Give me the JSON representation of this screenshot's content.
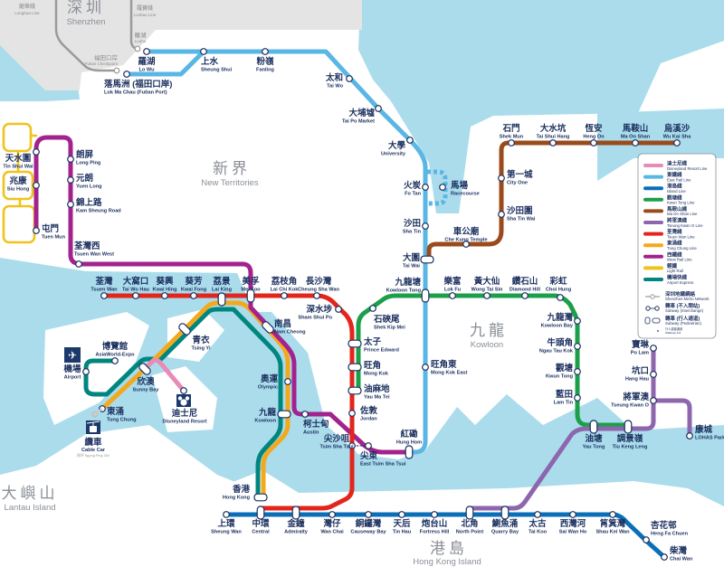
{
  "colors": {
    "water": "#aadcec",
    "land": "#ffffff",
    "shenzhen": "#e4e4e4",
    "disneyland": "#e98bb8",
    "east_rail": "#5ab6e4",
    "island": "#0b6fb8",
    "kwun_tong": "#1c9f4a",
    "ma_on_shan": "#9a4b1c",
    "tko": "#8d66ae",
    "tsuen_wan": "#e2261c",
    "tung_chung": "#f4a81b",
    "west_rail": "#a2238e",
    "light_rail": "#f0c31c",
    "airport_express": "#00867e"
  },
  "regions": {
    "shenzhen": {
      "zh": "深圳",
      "en": "Shenzhen"
    },
    "new_territories": {
      "zh": "新界",
      "en": "New Territories"
    },
    "kowloon": {
      "zh": "九龍",
      "en": "Kowloon"
    },
    "hong_kong_island": {
      "zh": "港島",
      "en": "Hong Kong Island"
    },
    "lantau": {
      "zh": "大嶼山",
      "en": "Lantau Island"
    }
  },
  "shenzhen_labels": {
    "longhua": {
      "zh": "龍華綫",
      "en": "Longhua Line"
    },
    "luobao": {
      "zh": "羅寶綫",
      "en": "Luobao Line"
    },
    "luohu": {
      "zh": "羅湖",
      "en": "Luohu"
    },
    "futian": {
      "zh": "福田口岸",
      "en": "Futian Checkpoint"
    }
  },
  "stations": {
    "lo_wu": {
      "zh": "羅湖",
      "en": "Lo Wu"
    },
    "sheung_shui": {
      "zh": "上水",
      "en": "Sheung Shui"
    },
    "fanling": {
      "zh": "粉嶺",
      "en": "Fanling"
    },
    "lok_ma_chau": {
      "zh": "落馬洲 (福田口岸)",
      "en": "Lok Ma Chau (Futian Port)"
    },
    "tai_wo": {
      "zh": "太和",
      "en": "Tai Wo"
    },
    "tai_po_market": {
      "zh": "大埔墟",
      "en": "Tai Po Market"
    },
    "university": {
      "zh": "大學",
      "en": "University"
    },
    "fo_tan": {
      "zh": "火炭",
      "en": "Fo Tan"
    },
    "racecourse": {
      "zh": "馬場",
      "en": "Racecourse"
    },
    "sha_tin": {
      "zh": "沙田",
      "en": "Sha Tin"
    },
    "tai_wai": {
      "zh": "大圍",
      "en": "Tai Wai"
    },
    "kowloon_tong": {
      "zh": "九龍塘",
      "en": "Kowloon Tong"
    },
    "mong_kok_east": {
      "zh": "旺角東",
      "en": "Mong Kok East"
    },
    "hung_hom": {
      "zh": "紅磡",
      "en": "Hung Hom"
    },
    "che_kung_temple": {
      "zh": "車公廟",
      "en": "Che Kung Temple"
    },
    "sha_tin_wai": {
      "zh": "沙田圍",
      "en": "Sha Tin Wai"
    },
    "city_one": {
      "zh": "第一城",
      "en": "City One"
    },
    "shek_mun": {
      "zh": "石門",
      "en": "Shek Mun"
    },
    "tai_shui_hang": {
      "zh": "大水坑",
      "en": "Tai Shui Hang"
    },
    "heng_on": {
      "zh": "恆安",
      "en": "Heng On"
    },
    "ma_on_shan": {
      "zh": "馬鞍山",
      "en": "Ma On Shan"
    },
    "wu_kai_sha": {
      "zh": "烏溪沙",
      "en": "Wu Kai Sha"
    },
    "tin_shui_wai": {
      "zh": "天水圍",
      "en": "Tin Shui Wai"
    },
    "siu_hong": {
      "zh": "兆康",
      "en": "Siu Hong"
    },
    "tuen_mun": {
      "zh": "屯門",
      "en": "Tuen Mun"
    },
    "long_ping": {
      "zh": "朗屏",
      "en": "Long Ping"
    },
    "yuen_long": {
      "zh": "元朗",
      "en": "Yuen Long"
    },
    "kam_sheung_road": {
      "zh": "錦上路",
      "en": "Kam Sheung Road"
    },
    "tsuen_wan_west": {
      "zh": "荃灣西",
      "en": "Tsuen Wan West"
    },
    "tsuen_wan": {
      "zh": "荃灣",
      "en": "Tsuen Wan"
    },
    "tai_wo_hau": {
      "zh": "大窩口",
      "en": "Tai Wo Hau"
    },
    "kwai_hing": {
      "zh": "葵興",
      "en": "Kwai Hing"
    },
    "kwai_fong": {
      "zh": "葵芳",
      "en": "Kwai Fong"
    },
    "lai_king": {
      "zh": "荔景",
      "en": "Lai King"
    },
    "mei_foo": {
      "zh": "美孚",
      "en": "Mei Foo"
    },
    "lai_chi_kok": {
      "zh": "荔枝角",
      "en": "Lai Chi Kok"
    },
    "cheung_sha_wan": {
      "zh": "長沙灣",
      "en": "Cheung Sha Wan"
    },
    "sham_shui_po": {
      "zh": "深水埗",
      "en": "Sham Shui Po"
    },
    "nam_cheong": {
      "zh": "南昌",
      "en": "Nam Cheong"
    },
    "shek_kip_mei": {
      "zh": "石硤尾",
      "en": "Shek Kip Mei"
    },
    "prince_edward": {
      "zh": "太子",
      "en": "Prince Edward"
    },
    "mong_kok": {
      "zh": "旺角",
      "en": "Mong Kok"
    },
    "yau_ma_tei": {
      "zh": "油麻地",
      "en": "Yau Ma Tei"
    },
    "jordan": {
      "zh": "佐敦",
      "en": "Jordan"
    },
    "austin": {
      "zh": "柯士甸",
      "en": "Austin"
    },
    "tsim_sha_tsui": {
      "zh": "尖沙咀",
      "en": "Tsim Sha Tsui"
    },
    "east_tsim_sha_tsui": {
      "zh": "尖東",
      "en": "East Tsim Sha Tsui"
    },
    "olympic": {
      "zh": "奧運",
      "en": "Olympic"
    },
    "kowloon": {
      "zh": "九龍",
      "en": "Kowloon"
    },
    "tsing_yi": {
      "zh": "青衣",
      "en": "Tsing Yi"
    },
    "sunny_bay": {
      "zh": "欣澳",
      "en": "Sunny Bay"
    },
    "asiaworld_expo": {
      "zh": "博覽館",
      "en": "AsiaWorld-Expo"
    },
    "airport": {
      "zh": "機場",
      "en": "Airport"
    },
    "tung_chung": {
      "zh": "東涌",
      "en": "Tung Chung"
    },
    "disneyland": {
      "zh": "迪士尼",
      "en": "Disneyland Resort"
    },
    "cable_car": {
      "zh": "纜車",
      "en": "Cable Car",
      "note": "昂坪 Ngong Ping 360"
    },
    "lok_fu": {
      "zh": "樂富",
      "en": "Lok Fu"
    },
    "wong_tai_sin": {
      "zh": "黃大仙",
      "en": "Wong Tai Sin"
    },
    "diamond_hill": {
      "zh": "鑽石山",
      "en": "Diamond Hill"
    },
    "choi_hung": {
      "zh": "彩虹",
      "en": "Choi Hung"
    },
    "kowloon_bay": {
      "zh": "九龍灣",
      "en": "Kowloon Bay"
    },
    "ngau_tau_kok": {
      "zh": "牛頭角",
      "en": "Ngau Tau Kok"
    },
    "kwun_tong": {
      "zh": "觀塘",
      "en": "Kwun Tong"
    },
    "lam_tin": {
      "zh": "藍田",
      "en": "Lam Tin"
    },
    "yau_tong": {
      "zh": "油塘",
      "en": "Yau Tong"
    },
    "tiu_keng_leng": {
      "zh": "調景嶺",
      "en": "Tiu Keng Leng"
    },
    "po_lam": {
      "zh": "寶琳",
      "en": "Po Lam"
    },
    "hang_hau": {
      "zh": "坑口",
      "en": "Hang Hau"
    },
    "tseung_kwan_o": {
      "zh": "將軍澳",
      "en": "Tseung Kwan O"
    },
    "lohas_park": {
      "zh": "康城",
      "en": "LOHAS Park"
    },
    "hong_kong": {
      "zh": "香港",
      "en": "Hong Kong"
    },
    "sheung_wan": {
      "zh": "上環",
      "en": "Sheung Wan"
    },
    "central": {
      "zh": "中環",
      "en": "Central"
    },
    "admiralty": {
      "zh": "金鐘",
      "en": "Admiralty"
    },
    "wan_chai": {
      "zh": "灣仔",
      "en": "Wan Chai"
    },
    "causeway_bay": {
      "zh": "銅鑼灣",
      "en": "Causeway Bay"
    },
    "tin_hau": {
      "zh": "天后",
      "en": "Tin Hau"
    },
    "fortress_hill": {
      "zh": "炮台山",
      "en": "Fortress Hill"
    },
    "north_point": {
      "zh": "北角",
      "en": "North Point"
    },
    "quarry_bay": {
      "zh": "鰂魚涌",
      "en": "Quarry Bay"
    },
    "tai_koo": {
      "zh": "太古",
      "en": "Tai Koo"
    },
    "sai_wan_ho": {
      "zh": "西灣河",
      "en": "Sai Wan Ho"
    },
    "shau_kei_wan": {
      "zh": "筲箕灣",
      "en": "Shau Kei Wan"
    },
    "heng_fa_chuen": {
      "zh": "杏花邨",
      "en": "Heng Fa Chuen"
    },
    "chai_wan": {
      "zh": "柴灣",
      "en": "Chai Wan"
    }
  },
  "legend": {
    "lines": [
      {
        "key": "disneyland",
        "zh": "迪士尼綫",
        "en": "Disneyland Resort Line"
      },
      {
        "key": "east_rail",
        "zh": "東鐵綫",
        "en": "East Rail Line"
      },
      {
        "key": "island",
        "zh": "港島綫",
        "en": "Island Line"
      },
      {
        "key": "kwun_tong",
        "zh": "觀塘綫",
        "en": "Kwun Tong Line"
      },
      {
        "key": "ma_on_shan",
        "zh": "馬鞍山綫",
        "en": "Ma On Shan Line"
      },
      {
        "key": "tko",
        "zh": "將軍澳綫",
        "en": "Tseung Kwan O Line"
      },
      {
        "key": "tsuen_wan",
        "zh": "荃灣綫",
        "en": "Tsuen Wan Line"
      },
      {
        "key": "tung_chung",
        "zh": "東涌綫",
        "en": "Tung Chung Line"
      },
      {
        "key": "west_rail",
        "zh": "西鐵綫",
        "en": "West Rail Line"
      },
      {
        "key": "light_rail",
        "zh": "輕鐵",
        "en": "Light Rail"
      },
      {
        "key": "airport_express",
        "zh": "機場快綫",
        "en": "Airport Express"
      }
    ],
    "symbols": [
      {
        "zh": "深圳地鐵網絡",
        "en": "Shenzhen Metro Network"
      },
      {
        "zh": "轉車 (不入閘站)",
        "en": "Subway (Interchange)"
      },
      {
        "zh": "轉車 (行人通道)",
        "en": "Subway (Pedestrian)"
      },
      {
        "zh": "行人連接通道",
        "en": "Walkway link"
      }
    ]
  }
}
